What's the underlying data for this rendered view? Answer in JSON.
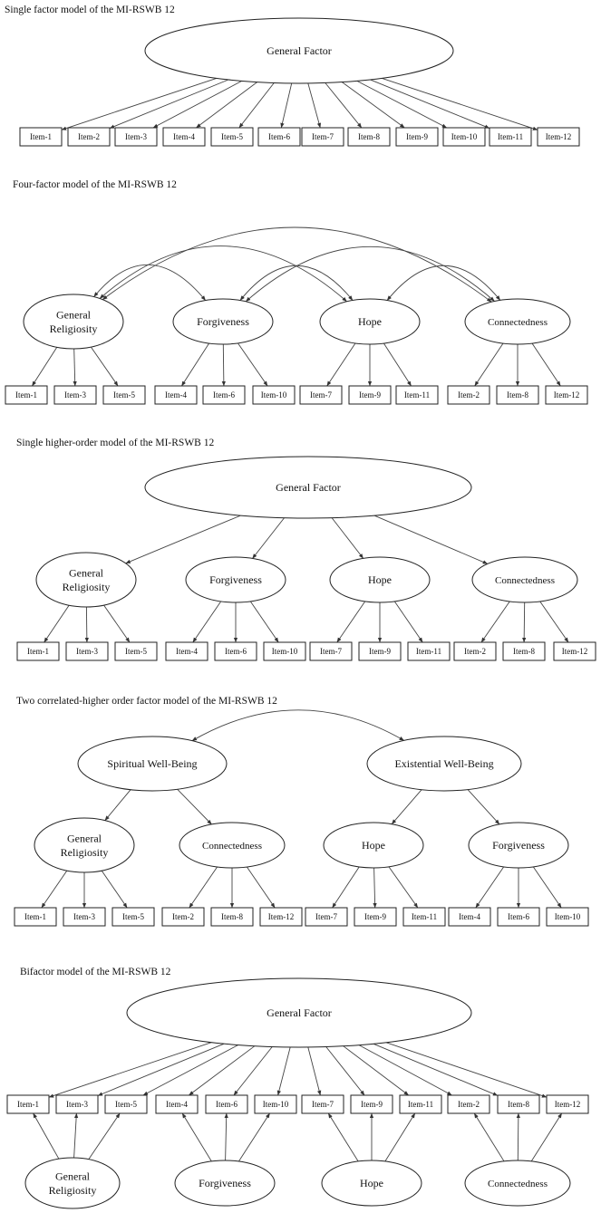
{
  "panels": [
    {
      "id": "p1",
      "title": "Single factor model of the MI-RSWB 12",
      "nodes": [
        {
          "id": "G",
          "kind": "ellipse",
          "label": [
            "General Factor"
          ]
        },
        {
          "id": "i1",
          "kind": "box",
          "label": [
            "Item-1"
          ]
        },
        {
          "id": "i2",
          "kind": "box",
          "label": [
            "Item-2"
          ]
        },
        {
          "id": "i3",
          "kind": "box",
          "label": [
            "Item-3"
          ]
        },
        {
          "id": "i4",
          "kind": "box",
          "label": [
            "Item-4"
          ]
        },
        {
          "id": "i5",
          "kind": "box",
          "label": [
            "Item-5"
          ]
        },
        {
          "id": "i6",
          "kind": "box",
          "label": [
            "Item-6"
          ]
        },
        {
          "id": "i7",
          "kind": "box",
          "label": [
            "Item-7"
          ]
        },
        {
          "id": "i8",
          "kind": "box",
          "label": [
            "Item-8"
          ]
        },
        {
          "id": "i9",
          "kind": "box",
          "label": [
            "Item-9"
          ]
        },
        {
          "id": "i10",
          "kind": "box",
          "label": [
            "Item-10"
          ]
        },
        {
          "id": "i11",
          "kind": "box",
          "label": [
            "Item-11"
          ]
        },
        {
          "id": "i12",
          "kind": "box",
          "label": [
            "Item-12"
          ]
        }
      ],
      "edges": [
        [
          "G",
          "i1"
        ],
        [
          "G",
          "i2"
        ],
        [
          "G",
          "i3"
        ],
        [
          "G",
          "i4"
        ],
        [
          "G",
          "i5"
        ],
        [
          "G",
          "i6"
        ],
        [
          "G",
          "i7"
        ],
        [
          "G",
          "i8"
        ],
        [
          "G",
          "i9"
        ],
        [
          "G",
          "i10"
        ],
        [
          "G",
          "i11"
        ],
        [
          "G",
          "i12"
        ]
      ],
      "correlations": []
    },
    {
      "id": "p2",
      "title": "Four-factor model of the MI-RSWB 12",
      "nodes": [
        {
          "id": "GR",
          "kind": "ellipse",
          "label": [
            "General",
            "Religiosity"
          ]
        },
        {
          "id": "FO",
          "kind": "ellipse",
          "label": [
            "Forgiveness"
          ]
        },
        {
          "id": "HO",
          "kind": "ellipse",
          "label": [
            "Hope"
          ]
        },
        {
          "id": "CO",
          "kind": "ellipse",
          "label": [
            "Connectedness"
          ]
        },
        {
          "id": "i1",
          "kind": "box",
          "label": [
            "Item-1"
          ]
        },
        {
          "id": "i3",
          "kind": "box",
          "label": [
            "Item-3"
          ]
        },
        {
          "id": "i5",
          "kind": "box",
          "label": [
            "Item-5"
          ]
        },
        {
          "id": "i4",
          "kind": "box",
          "label": [
            "Item-4"
          ]
        },
        {
          "id": "i6",
          "kind": "box",
          "label": [
            "Item-6"
          ]
        },
        {
          "id": "i10",
          "kind": "box",
          "label": [
            "Item-10"
          ]
        },
        {
          "id": "i7",
          "kind": "box",
          "label": [
            "Item-7"
          ]
        },
        {
          "id": "i9",
          "kind": "box",
          "label": [
            "Item-9"
          ]
        },
        {
          "id": "i11",
          "kind": "box",
          "label": [
            "Item-11"
          ]
        },
        {
          "id": "i2",
          "kind": "box",
          "label": [
            "Item-2"
          ]
        },
        {
          "id": "i8",
          "kind": "box",
          "label": [
            "Item-8"
          ]
        },
        {
          "id": "i12",
          "kind": "box",
          "label": [
            "Item-12"
          ]
        }
      ],
      "edges": [
        [
          "GR",
          "i1"
        ],
        [
          "GR",
          "i3"
        ],
        [
          "GR",
          "i5"
        ],
        [
          "FO",
          "i4"
        ],
        [
          "FO",
          "i6"
        ],
        [
          "FO",
          "i10"
        ],
        [
          "HO",
          "i7"
        ],
        [
          "HO",
          "i9"
        ],
        [
          "HO",
          "i11"
        ],
        [
          "CO",
          "i2"
        ],
        [
          "CO",
          "i8"
        ],
        [
          "CO",
          "i12"
        ]
      ],
      "correlations": [
        [
          "GR",
          "FO"
        ],
        [
          "GR",
          "HO"
        ],
        [
          "GR",
          "CO"
        ],
        [
          "FO",
          "HO"
        ],
        [
          "FO",
          "CO"
        ],
        [
          "HO",
          "CO"
        ]
      ]
    },
    {
      "id": "p3",
      "title": "Single higher-order model of the MI-RSWB  12",
      "nodes": [
        {
          "id": "G",
          "kind": "ellipse",
          "label": [
            "General Factor"
          ]
        },
        {
          "id": "GR",
          "kind": "ellipse",
          "label": [
            "General",
            "Religiosity"
          ]
        },
        {
          "id": "FO",
          "kind": "ellipse",
          "label": [
            "Forgiveness"
          ]
        },
        {
          "id": "HO",
          "kind": "ellipse",
          "label": [
            "Hope"
          ]
        },
        {
          "id": "CO",
          "kind": "ellipse",
          "label": [
            "Connectedness"
          ]
        },
        {
          "id": "i1",
          "kind": "box",
          "label": [
            "Item-1"
          ]
        },
        {
          "id": "i3",
          "kind": "box",
          "label": [
            "Item-3"
          ]
        },
        {
          "id": "i5",
          "kind": "box",
          "label": [
            "Item-5"
          ]
        },
        {
          "id": "i4",
          "kind": "box",
          "label": [
            "Item-4"
          ]
        },
        {
          "id": "i6",
          "kind": "box",
          "label": [
            "Item-6"
          ]
        },
        {
          "id": "i10",
          "kind": "box",
          "label": [
            "Item-10"
          ]
        },
        {
          "id": "i7",
          "kind": "box",
          "label": [
            "Item-7"
          ]
        },
        {
          "id": "i9",
          "kind": "box",
          "label": [
            "Item-9"
          ]
        },
        {
          "id": "i11",
          "kind": "box",
          "label": [
            "Item-11"
          ]
        },
        {
          "id": "i2",
          "kind": "box",
          "label": [
            "Item-2"
          ]
        },
        {
          "id": "i8",
          "kind": "box",
          "label": [
            "Item-8"
          ]
        },
        {
          "id": "i12",
          "kind": "box",
          "label": [
            "Item-12"
          ]
        }
      ],
      "edges": [
        [
          "G",
          "GR"
        ],
        [
          "G",
          "FO"
        ],
        [
          "G",
          "HO"
        ],
        [
          "G",
          "CO"
        ],
        [
          "GR",
          "i1"
        ],
        [
          "GR",
          "i3"
        ],
        [
          "GR",
          "i5"
        ],
        [
          "FO",
          "i4"
        ],
        [
          "FO",
          "i6"
        ],
        [
          "FO",
          "i10"
        ],
        [
          "HO",
          "i7"
        ],
        [
          "HO",
          "i9"
        ],
        [
          "HO",
          "i11"
        ],
        [
          "CO",
          "i2"
        ],
        [
          "CO",
          "i8"
        ],
        [
          "CO",
          "i12"
        ]
      ],
      "correlations": []
    },
    {
      "id": "p4",
      "title": "Two correlated-higher order factor model of the MI-RSWB  12",
      "nodes": [
        {
          "id": "SW",
          "kind": "ellipse",
          "label": [
            "Spiritual Well-Being"
          ]
        },
        {
          "id": "EW",
          "kind": "ellipse",
          "label": [
            "Existential Well-Being"
          ]
        },
        {
          "id": "GR",
          "kind": "ellipse",
          "label": [
            "General",
            "Religiosity"
          ]
        },
        {
          "id": "CO",
          "kind": "ellipse",
          "label": [
            "Connectedness"
          ]
        },
        {
          "id": "HO",
          "kind": "ellipse",
          "label": [
            "Hope"
          ]
        },
        {
          "id": "FO",
          "kind": "ellipse",
          "label": [
            "Forgiveness"
          ]
        },
        {
          "id": "i1",
          "kind": "box",
          "label": [
            "Item-1"
          ]
        },
        {
          "id": "i3",
          "kind": "box",
          "label": [
            "Item-3"
          ]
        },
        {
          "id": "i5",
          "kind": "box",
          "label": [
            "Item-5"
          ]
        },
        {
          "id": "i2",
          "kind": "box",
          "label": [
            "Item-2"
          ]
        },
        {
          "id": "i8",
          "kind": "box",
          "label": [
            "Item-8"
          ]
        },
        {
          "id": "i12",
          "kind": "box",
          "label": [
            "Item-12"
          ]
        },
        {
          "id": "i7",
          "kind": "box",
          "label": [
            "Item-7"
          ]
        },
        {
          "id": "i9",
          "kind": "box",
          "label": [
            "Item-9"
          ]
        },
        {
          "id": "i11",
          "kind": "box",
          "label": [
            "Item-11"
          ]
        },
        {
          "id": "i4",
          "kind": "box",
          "label": [
            "Item-4"
          ]
        },
        {
          "id": "i6",
          "kind": "box",
          "label": [
            "Item-6"
          ]
        },
        {
          "id": "i10",
          "kind": "box",
          "label": [
            "Item-10"
          ]
        }
      ],
      "edges": [
        [
          "SW",
          "GR"
        ],
        [
          "SW",
          "CO"
        ],
        [
          "EW",
          "HO"
        ],
        [
          "EW",
          "FO"
        ],
        [
          "GR",
          "i1"
        ],
        [
          "GR",
          "i3"
        ],
        [
          "GR",
          "i5"
        ],
        [
          "CO",
          "i2"
        ],
        [
          "CO",
          "i8"
        ],
        [
          "CO",
          "i12"
        ],
        [
          "HO",
          "i7"
        ],
        [
          "HO",
          "i9"
        ],
        [
          "HO",
          "i11"
        ],
        [
          "FO",
          "i4"
        ],
        [
          "FO",
          "i6"
        ],
        [
          "FO",
          "i10"
        ]
      ],
      "correlations": [
        [
          "SW",
          "EW"
        ]
      ]
    },
    {
      "id": "p5",
      "title": "Bifactor model of the MI-RSWB  12",
      "nodes": [
        {
          "id": "G",
          "kind": "ellipse",
          "label": [
            "General Factor"
          ]
        },
        {
          "id": "i1",
          "kind": "box",
          "label": [
            "Item-1"
          ]
        },
        {
          "id": "i3",
          "kind": "box",
          "label": [
            "Item-3"
          ]
        },
        {
          "id": "i5",
          "kind": "box",
          "label": [
            "Item-5"
          ]
        },
        {
          "id": "i4",
          "kind": "box",
          "label": [
            "Item-4"
          ]
        },
        {
          "id": "i6",
          "kind": "box",
          "label": [
            "Item-6"
          ]
        },
        {
          "id": "i10",
          "kind": "box",
          "label": [
            "Item-10"
          ]
        },
        {
          "id": "i7",
          "kind": "box",
          "label": [
            "Item-7"
          ]
        },
        {
          "id": "i9",
          "kind": "box",
          "label": [
            "Item-9"
          ]
        },
        {
          "id": "i11",
          "kind": "box",
          "label": [
            "Item-11"
          ]
        },
        {
          "id": "i2",
          "kind": "box",
          "label": [
            "Item-2"
          ]
        },
        {
          "id": "i8",
          "kind": "box",
          "label": [
            "Item-8"
          ]
        },
        {
          "id": "i12",
          "kind": "box",
          "label": [
            "Item-12"
          ]
        },
        {
          "id": "GR",
          "kind": "ellipse",
          "label": [
            "General",
            "Religiosity"
          ]
        },
        {
          "id": "FO",
          "kind": "ellipse",
          "label": [
            "Forgiveness"
          ]
        },
        {
          "id": "HO",
          "kind": "ellipse",
          "label": [
            "Hope"
          ]
        },
        {
          "id": "CO",
          "kind": "ellipse",
          "label": [
            "Connectedness"
          ]
        }
      ],
      "edges": [
        [
          "G",
          "i1"
        ],
        [
          "G",
          "i3"
        ],
        [
          "G",
          "i5"
        ],
        [
          "G",
          "i4"
        ],
        [
          "G",
          "i6"
        ],
        [
          "G",
          "i10"
        ],
        [
          "G",
          "i7"
        ],
        [
          "G",
          "i9"
        ],
        [
          "G",
          "i11"
        ],
        [
          "G",
          "i2"
        ],
        [
          "G",
          "i8"
        ],
        [
          "G",
          "i12"
        ],
        [
          "GR",
          "i1"
        ],
        [
          "GR",
          "i3"
        ],
        [
          "GR",
          "i5"
        ],
        [
          "FO",
          "i4"
        ],
        [
          "FO",
          "i6"
        ],
        [
          "FO",
          "i10"
        ],
        [
          "HO",
          "i7"
        ],
        [
          "HO",
          "i9"
        ],
        [
          "HO",
          "i11"
        ],
        [
          "CO",
          "i2"
        ],
        [
          "CO",
          "i8"
        ],
        [
          "CO",
          "i12"
        ]
      ],
      "correlations": []
    }
  ]
}
